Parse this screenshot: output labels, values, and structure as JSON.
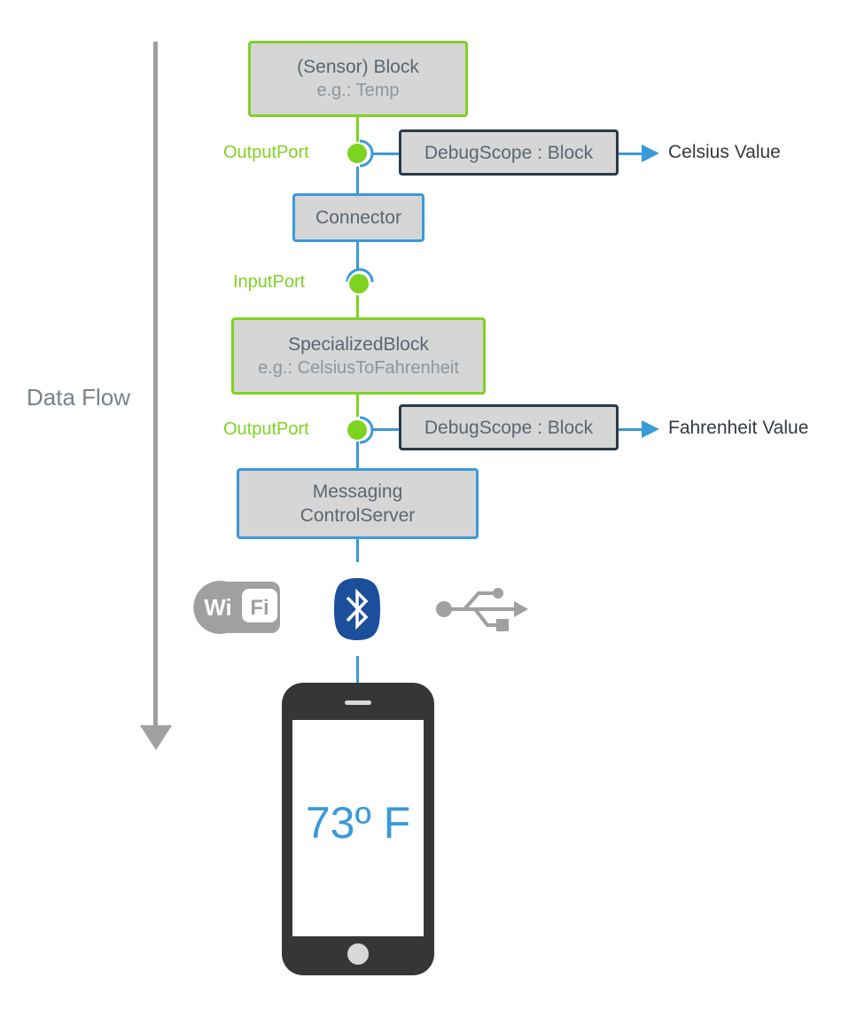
{
  "flow": {
    "label": "Data Flow"
  },
  "sensor_block": {
    "title": "(Sensor) Block",
    "subtitle": "e.g.: Temp"
  },
  "output_port_1": {
    "label": "OutputPort"
  },
  "debug_scope_1": {
    "label": "DebugScope : Block",
    "output": "Celsius Value"
  },
  "connector": {
    "label": "Connector"
  },
  "input_port": {
    "label": "InputPort"
  },
  "specialized_block": {
    "title": "SpecializedBlock",
    "subtitle": "e.g.: CelsiusToFahrenheit"
  },
  "output_port_2": {
    "label": "OutputPort"
  },
  "debug_scope_2": {
    "label": "DebugScope : Block",
    "output": "Fahrenheit Value"
  },
  "messaging_server": {
    "line1": "Messaging",
    "line2": "ControlServer"
  },
  "transports": {
    "wifi": {
      "icon": "wifi-icon",
      "text_left": "Wi",
      "text_right": "Fi"
    },
    "bluetooth": {
      "icon": "bluetooth-icon"
    },
    "usb": {
      "icon": "usb-icon"
    }
  },
  "phone": {
    "display": "73º F"
  },
  "colors": {
    "green": "#7ed321",
    "blue": "#3a9ad9",
    "dark": "#2c3a47",
    "gray": "#a0a0a0"
  }
}
